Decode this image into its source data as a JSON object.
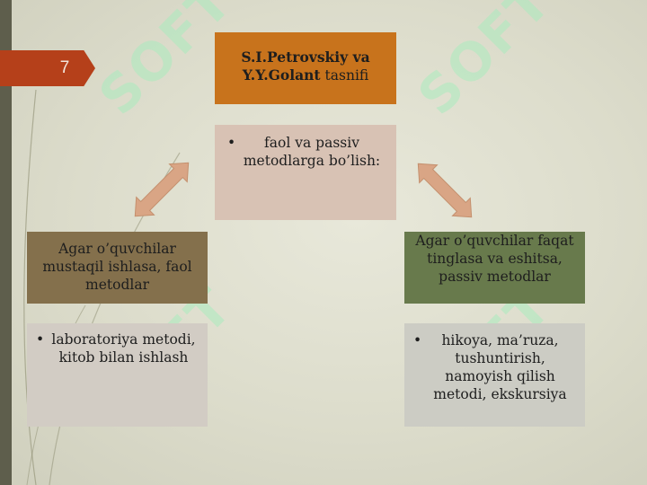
{
  "slide": {
    "number": "7"
  },
  "top": {
    "head_bold": "S.I.Petrovskiy va Y.Y.Golant",
    "head_rest": " tasnifi",
    "bullet": "faol va passiv metodlarga bo’lish:"
  },
  "left": {
    "head": "Agar o’quvchilar mustaqil ishlasa, faol metodlar",
    "bullet": "laboratoriya metodi, kitob bilan ishlash"
  },
  "right": {
    "head": "Agar o’quvchilar faqat tinglasa va eshitsa, passiv metodlar",
    "bullet": "hikoya, ma’ruza, tushuntirish, namoyish qilish metodi, ekskursiya"
  },
  "watermark": {
    "text": "SOFT"
  },
  "colors": {
    "slide_number_tab": "#b5401a",
    "top_head": "#c8731c",
    "top_body": "#d8c2b4",
    "left_head": "#84704c",
    "right_head": "#687a4c",
    "arrow": "#d9a585"
  }
}
